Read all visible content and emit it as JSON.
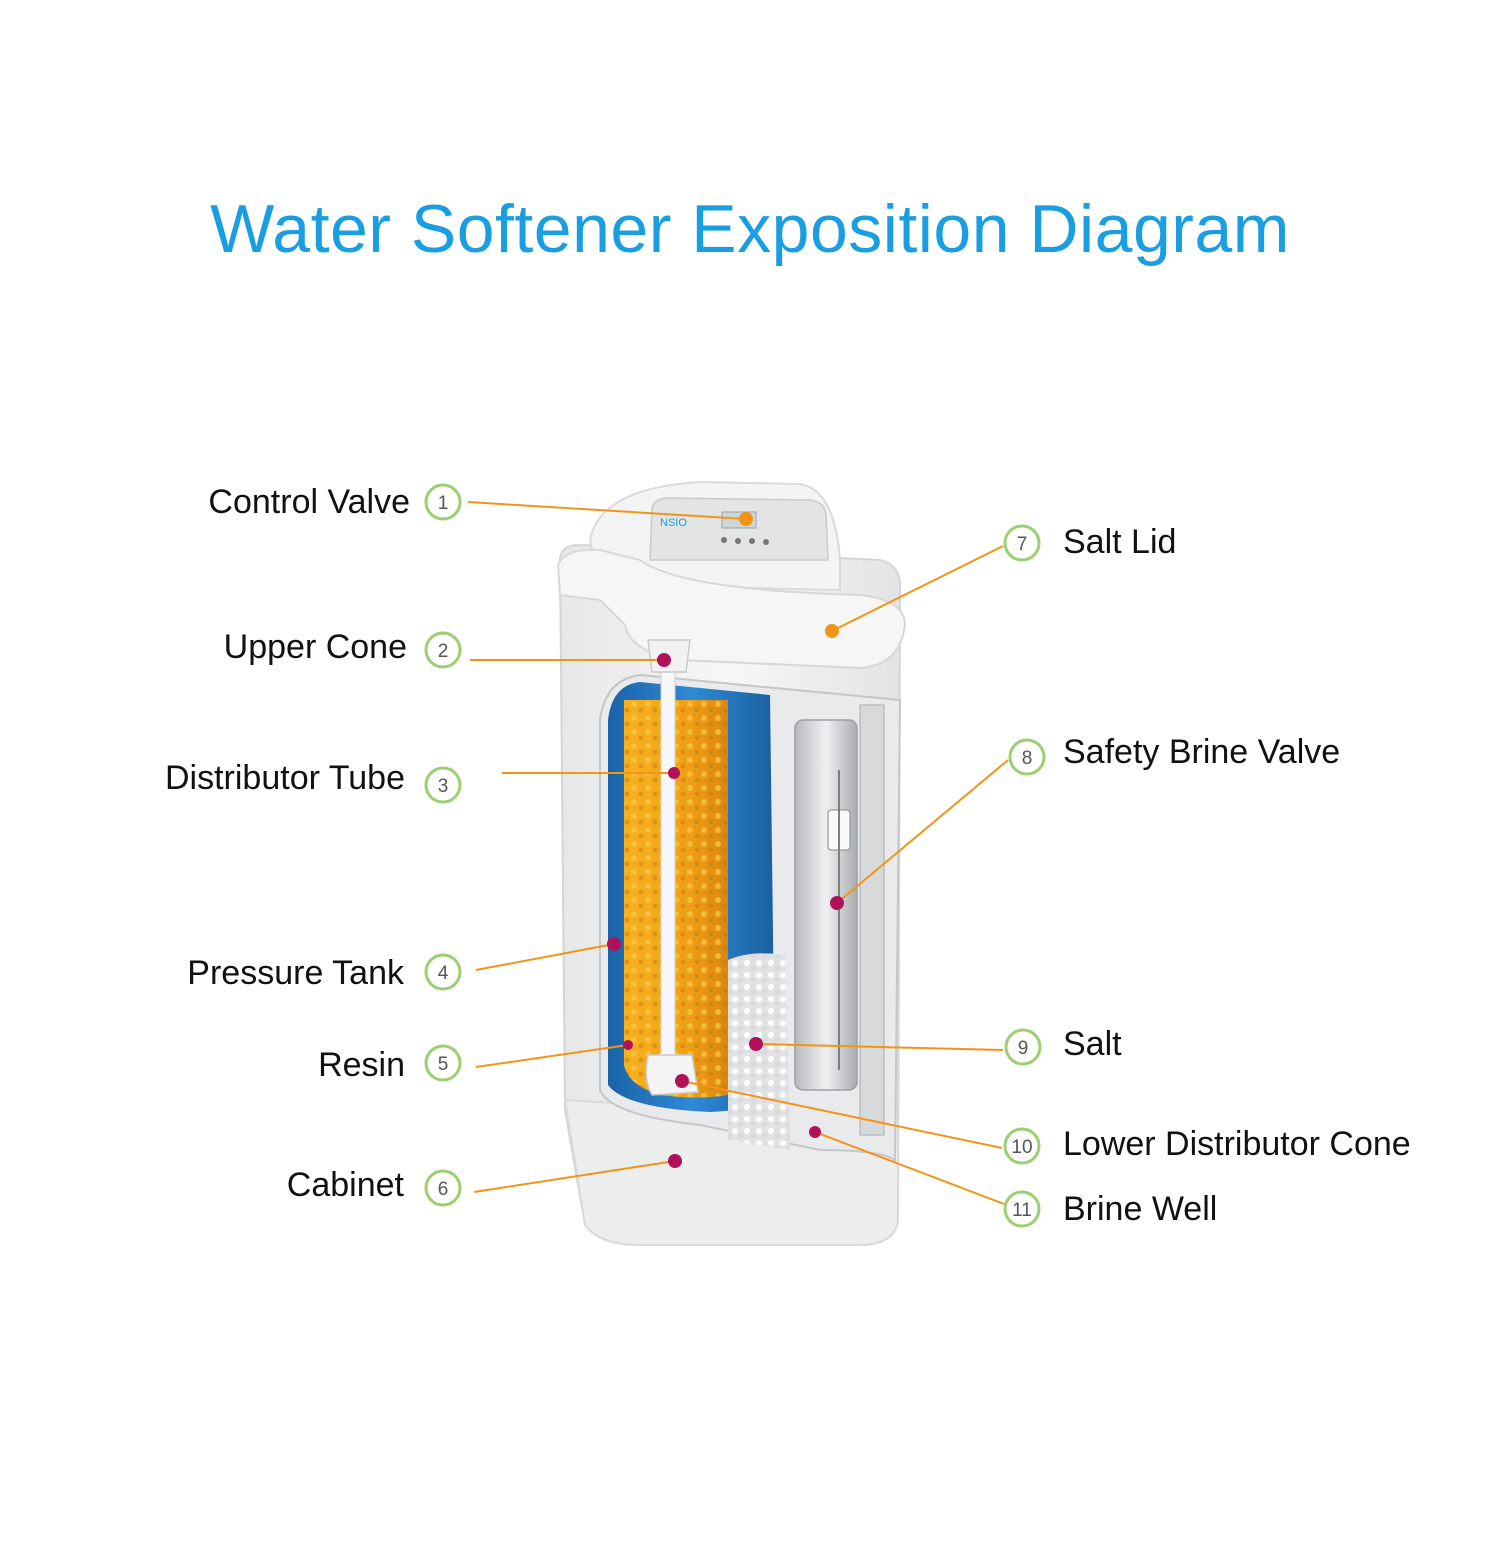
{
  "title": "Water Softener Exposition Diagram",
  "brand_mark": "NSIO",
  "colors": {
    "title": "#1a9ee2",
    "leader_line": "#f29416",
    "marker_orange": "#f29416",
    "marker_magenta": "#b0125a",
    "badge_ring": "#9ccf72",
    "resin": "#f5a81c",
    "tank_blue": "#1f77c4",
    "cabinet": "#f1f2f2"
  },
  "parts": [
    {
      "number": "1",
      "label": "Control Valve"
    },
    {
      "number": "2",
      "label": "Upper Cone"
    },
    {
      "number": "3",
      "label": "Distributor Tube"
    },
    {
      "number": "4",
      "label": "Pressure Tank"
    },
    {
      "number": "5",
      "label": "Resin"
    },
    {
      "number": "6",
      "label": "Cabinet"
    },
    {
      "number": "7",
      "label": "Salt Lid"
    },
    {
      "number": "8",
      "label": "Safety Brine Valve"
    },
    {
      "number": "9",
      "label": "Salt"
    },
    {
      "number": "10",
      "label": "Lower Distributor Cone"
    },
    {
      "number": "11",
      "label": "Brine Well"
    }
  ]
}
